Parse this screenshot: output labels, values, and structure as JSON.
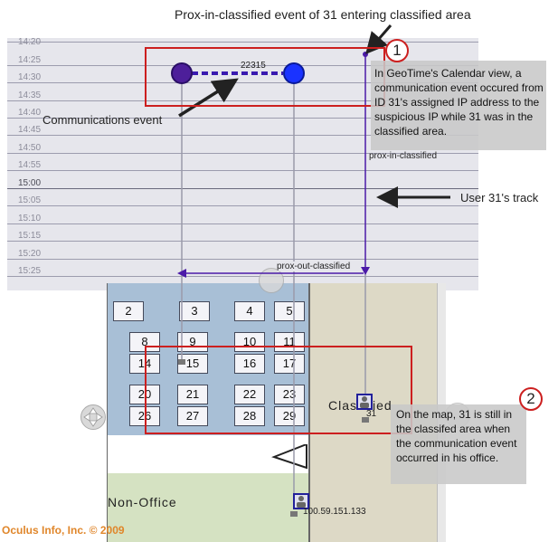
{
  "annotations": {
    "top_title": "Prox-in-classified event of 31 entering classified area",
    "communications_event": "Communications event",
    "user_track": "User 31's track",
    "badge_1": "1",
    "badge_2": "2"
  },
  "timeline": {
    "time_labels": [
      "14:20",
      "14:25",
      "14:30",
      "14:35",
      "14:40",
      "14:45",
      "14:50",
      "14:55",
      "15:00",
      "15:05",
      "15:10",
      "15:15",
      "15:20",
      "15:25"
    ],
    "major_label": "15:00",
    "event_id": "22315",
    "prox_in_label": "prox-in-classified",
    "prox_out_label": "prox-out-classified"
  },
  "callout_1": {
    "text": "In GeoTime's Calendar view, a communication event occured from ID 31's assigned IP address to the suspicious IP while 31 was in the classified area."
  },
  "callout_2": {
    "text": "On the map, 31 is still in the classifed area when the communication event occurred in his office."
  },
  "map": {
    "rooms": [
      "2",
      "3",
      "4",
      "5",
      "8",
      "9",
      "10",
      "11",
      "14",
      "15",
      "16",
      "17",
      "20",
      "21",
      "22",
      "23",
      "26",
      "27",
      "28",
      "29"
    ],
    "zone_classified": "Classified",
    "zone_nonoffice": "Non-Office",
    "user_label": "31",
    "ip_label": "100.59.151.133"
  },
  "footer": {
    "credit": "Oculus Info, Inc. © 2009"
  },
  "colors": {
    "track": "#4b1aa8",
    "node_left": "#4d1f9a",
    "node_right": "#1a33ff",
    "highlight": "#cc1f1f",
    "credit": "#e0862a"
  }
}
